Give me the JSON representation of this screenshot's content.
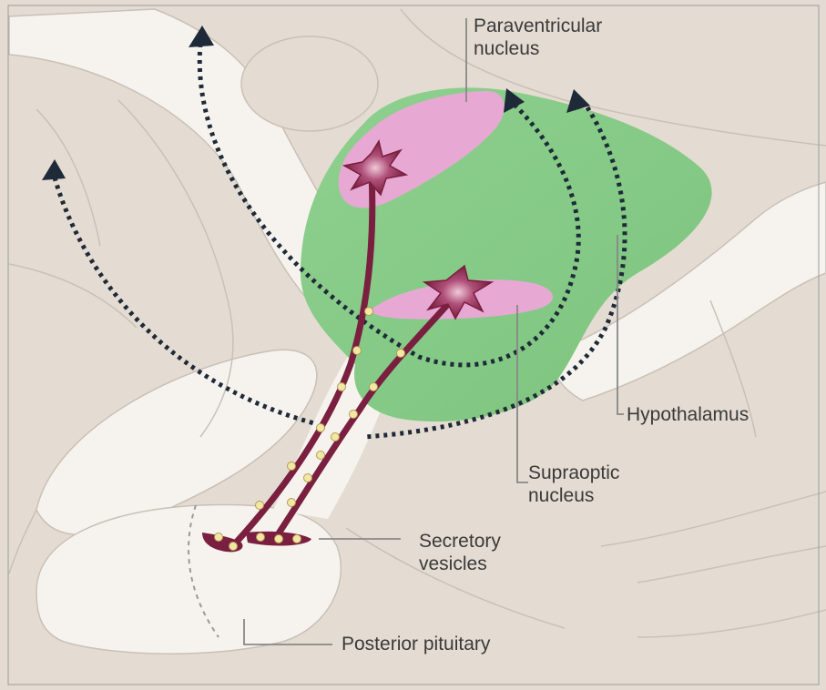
{
  "labels": {
    "paraventricular": {
      "line1": "Paraventricular",
      "line2": "nucleus"
    },
    "hypothalamus": "Hypothalamus",
    "supraoptic": {
      "line1": "Supraoptic",
      "line2": "nucleus"
    },
    "secretory": {
      "line1": "Secretory",
      "line2": "vesicles"
    },
    "posterior_pituitary": "Posterior pituitary"
  },
  "colors": {
    "background": "#e4dcd2",
    "white_tissue": "#f6f3ef",
    "hypothalamus": "#8ecf8e",
    "nucleus": "#e7a9d4",
    "neuron": "#7a1f3f",
    "vesicle": "#f2e7a6",
    "arrows": "#1f2a38",
    "leader_lines": "#888888"
  },
  "icons": {
    "neuron": "neuron-cell-icon",
    "arrow": "arrowhead-icon"
  }
}
